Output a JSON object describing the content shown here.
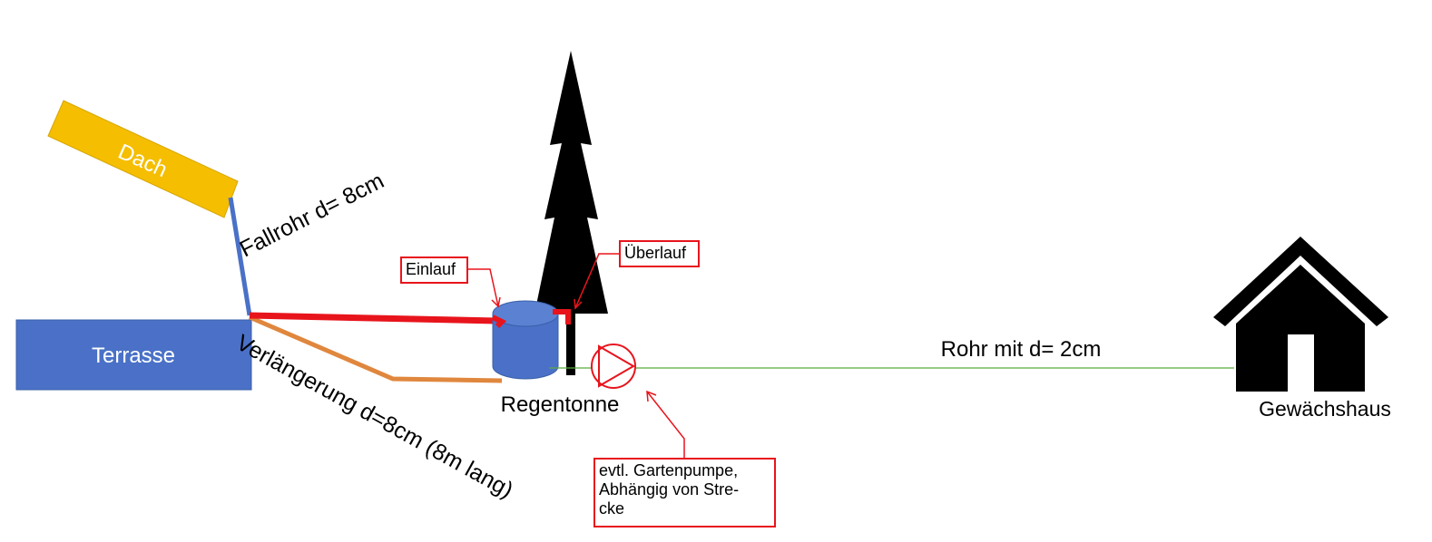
{
  "roof": {
    "label": "Dach"
  },
  "terrace": {
    "label": "Terrasse"
  },
  "downpipe": {
    "label": "Fallrohr d= 8cm"
  },
  "extension": {
    "label": "Verlängerung d=8cm (8m lang)"
  },
  "barrel": {
    "label": "Regentonne"
  },
  "pipe": {
    "label": "Rohr mit d= 2cm"
  },
  "greenhouse": {
    "label": "Gewächshaus"
  },
  "callouts": {
    "inlet": "Einlauf",
    "overflow": "Überlauf",
    "pump_line1": "evtl. Gartenpumpe,",
    "pump_line2": "Abhängig von Stre-",
    "pump_line3": "cke"
  },
  "colors": {
    "roof": "#f5be00",
    "terrace": "#4a71c7",
    "downpipe": "#4a71c7",
    "extension": "#e0873e",
    "annotation": "#e8141c",
    "pipe": "#5aaa3c",
    "silhouette": "#000000"
  }
}
